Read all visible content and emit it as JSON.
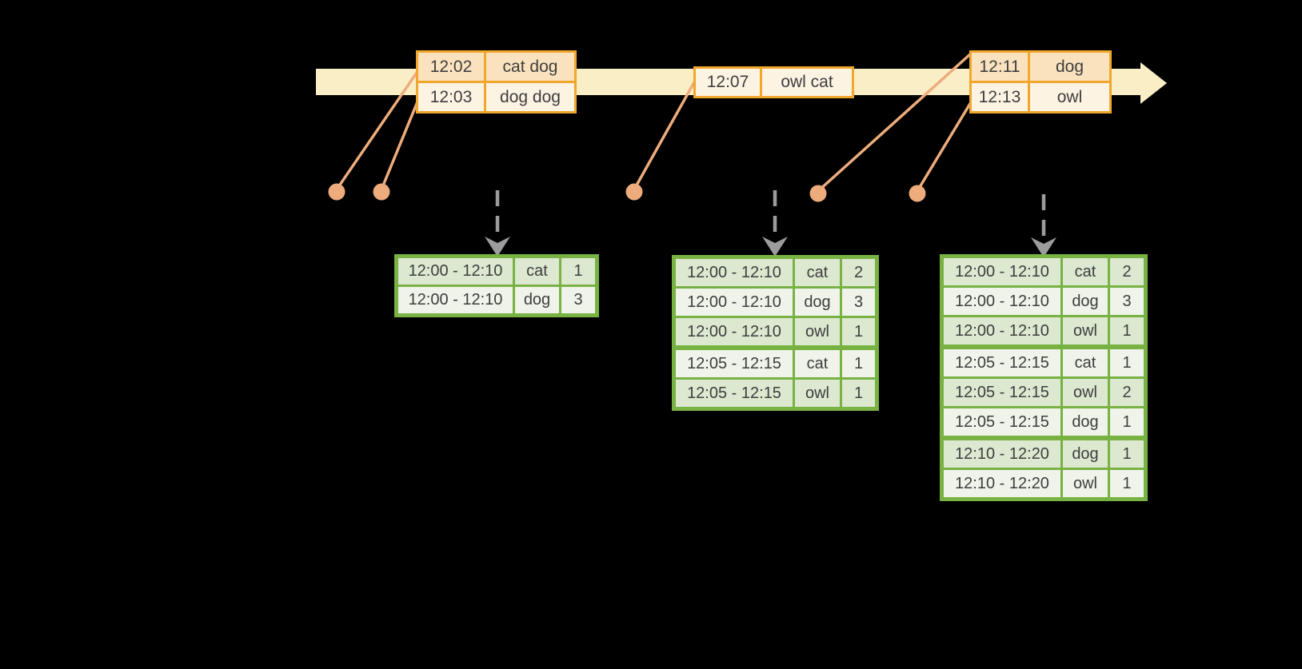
{
  "colors": {
    "background": "#000000",
    "timeline_fill": "#FAEEC6",
    "event_border": "#F0A72B",
    "event_row_dark": "#FAE2BE",
    "event_row_light": "#FDF3E3",
    "connector": "#EEAC7C",
    "arrow_gray": "#9C9C9C",
    "result_border": "#78B243",
    "result_row_dark": "#DCE8D0",
    "result_row_light": "#EFF3E9",
    "text": "#3E3E3E"
  },
  "event_tables": [
    {
      "rows": [
        {
          "time": "12:02",
          "words": "cat dog",
          "shade": "dark"
        },
        {
          "time": "12:03",
          "words": "dog dog",
          "shade": "light"
        }
      ]
    },
    {
      "rows": [
        {
          "time": "12:07",
          "words": "owl cat",
          "shade": "light"
        }
      ]
    },
    {
      "rows": [
        {
          "time": "12:11",
          "words": "dog",
          "shade": "dark"
        },
        {
          "time": "12:13",
          "words": "owl",
          "shade": "light"
        }
      ]
    }
  ],
  "result_tables": [
    {
      "rows": [
        {
          "window": "12:00 - 12:10",
          "word": "cat",
          "count": "1",
          "shade": "dark"
        },
        {
          "window": "12:00 - 12:10",
          "word": "dog",
          "count": "3",
          "shade": "light"
        }
      ]
    },
    {
      "rows": [
        {
          "window": "12:00 - 12:10",
          "word": "cat",
          "count": "2",
          "shade": "dark"
        },
        {
          "window": "12:00 - 12:10",
          "word": "dog",
          "count": "3",
          "shade": "light"
        },
        {
          "window": "12:00 - 12:10",
          "word": "owl",
          "count": "1",
          "shade": "dark"
        },
        {
          "window": "12:05 - 12:15",
          "word": "cat",
          "count": "1",
          "shade": "light",
          "group_start": true
        },
        {
          "window": "12:05 - 12:15",
          "word": "owl",
          "count": "1",
          "shade": "dark"
        }
      ]
    },
    {
      "rows": [
        {
          "window": "12:00 - 12:10",
          "word": "cat",
          "count": "2",
          "shade": "dark"
        },
        {
          "window": "12:00 - 12:10",
          "word": "dog",
          "count": "3",
          "shade": "light"
        },
        {
          "window": "12:00 - 12:10",
          "word": "owl",
          "count": "1",
          "shade": "dark"
        },
        {
          "window": "12:05 - 12:15",
          "word": "cat",
          "count": "1",
          "shade": "light",
          "group_start": true
        },
        {
          "window": "12:05 - 12:15",
          "word": "owl",
          "count": "2",
          "shade": "dark"
        },
        {
          "window": "12:05 - 12:15",
          "word": "dog",
          "count": "1",
          "shade": "light"
        },
        {
          "window": "12:10 - 12:20",
          "word": "dog",
          "count": "1",
          "shade": "dark",
          "group_start": true
        },
        {
          "window": "12:10 - 12:20",
          "word": "owl",
          "count": "1",
          "shade": "light"
        }
      ]
    }
  ]
}
